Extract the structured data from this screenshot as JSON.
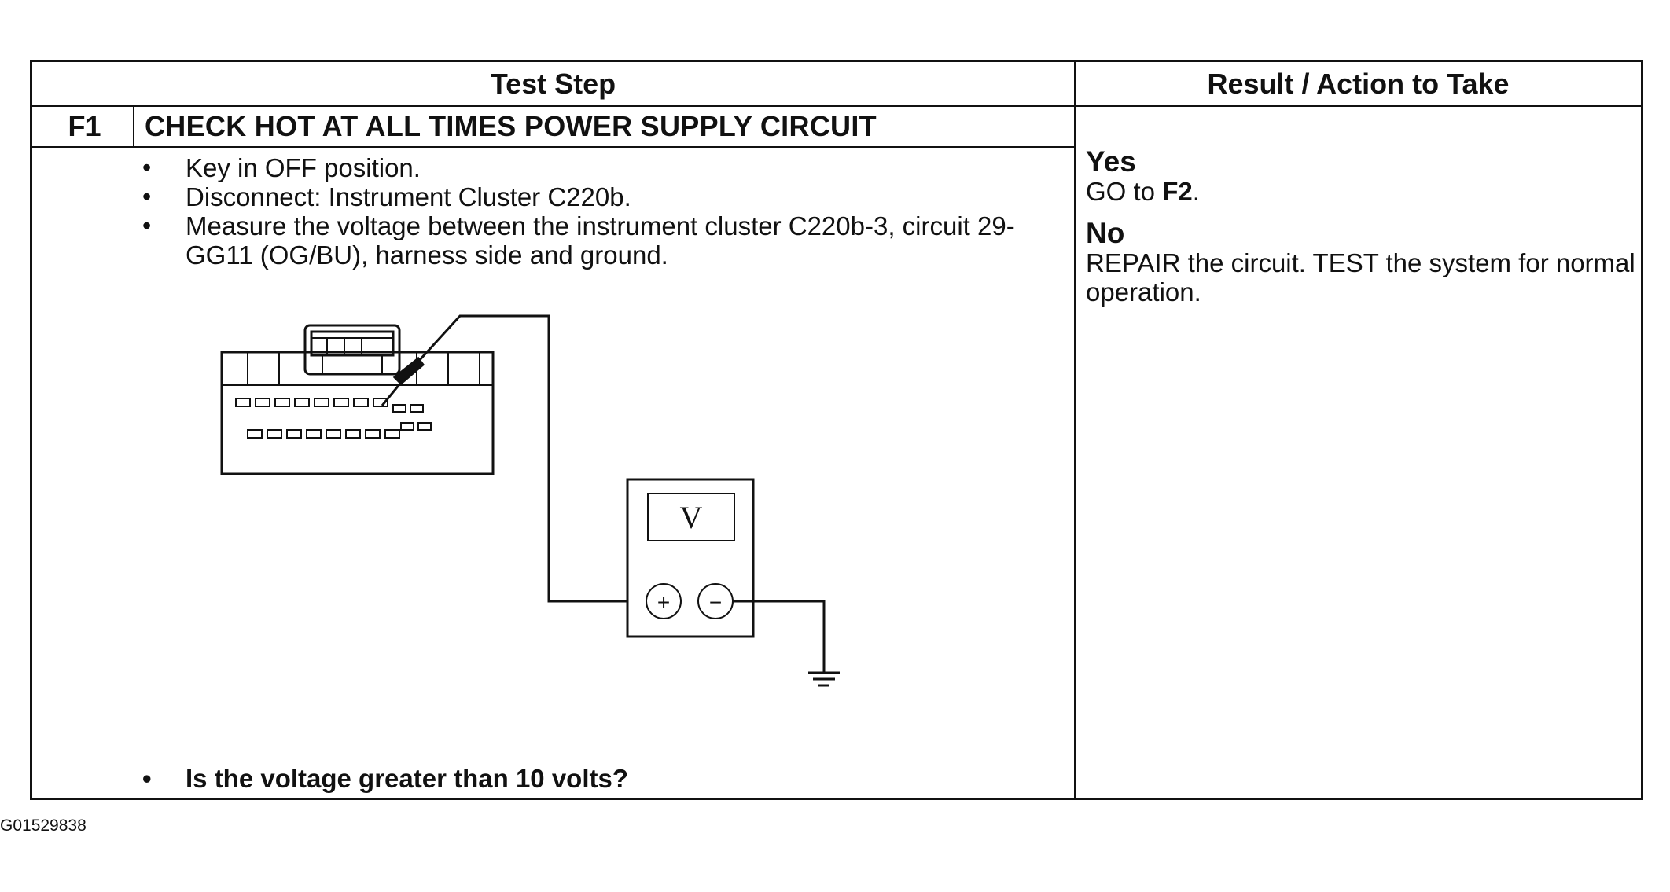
{
  "table": {
    "header_left": "Test Step",
    "header_right": "Result / Action to Take",
    "step_id": "F1",
    "step_title": "CHECK HOT AT ALL TIMES POWER SUPPLY CIRCUIT",
    "instructions": [
      "Key in OFF position.",
      "Disconnect: Instrument Cluster C220b.",
      "Measure the voltage between the instrument cluster C220b-3, circuit 29-GG11 (OG/BU), harness side and ground."
    ],
    "question": "Is the voltage greater than 10 volts?",
    "results": [
      {
        "head": "Yes",
        "text_prefix": "GO to ",
        "text_bold": "F2",
        "text_suffix": "."
      },
      {
        "head": "No",
        "text": "REPAIR the circuit. TEST the system for normal operation."
      }
    ]
  },
  "diagram": {
    "meter_display": "V",
    "plus_symbol": "+",
    "minus_symbol": "−"
  },
  "figure_code": "G01529838"
}
